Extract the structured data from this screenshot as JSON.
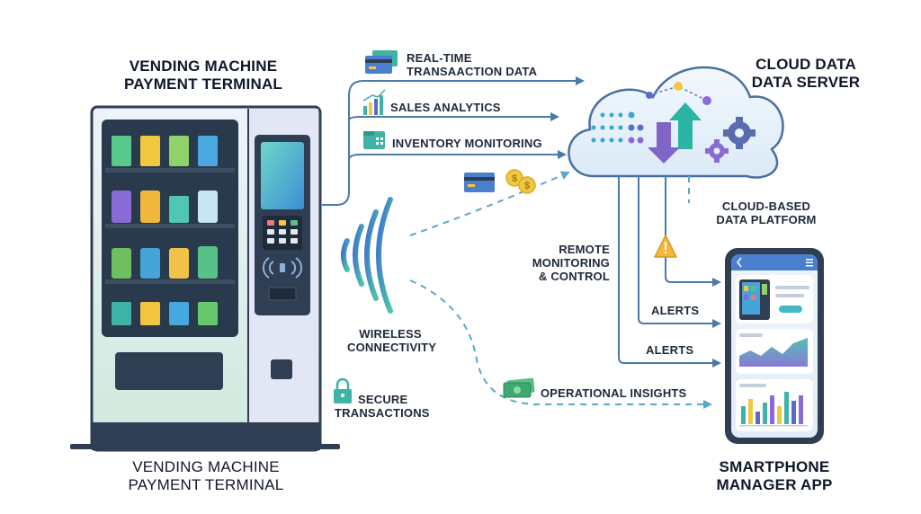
{
  "machine": {
    "title_top": [
      "VENDING MACHINE",
      "PAYMENT TERMINAL"
    ],
    "title_bottom": [
      "VENDING MACHINE",
      "PAYMENT TERMINAL"
    ]
  },
  "cloud": {
    "title": [
      "CLOUD DATA",
      "DATA SERVER"
    ],
    "platform_label": [
      "CLOUD-BASED",
      "DATA PLATFORM"
    ]
  },
  "phone": {
    "title": [
      "SMARTPHONE",
      "MANAGER APP"
    ]
  },
  "flows": {
    "realtime": [
      "REAL-TIME",
      "TRANSAACTION DATA"
    ],
    "sales": "SALES ANALYTICS",
    "inventory": "INVENTORY MONITORING",
    "wireless": [
      "WIRELESS",
      "CONNECTIVITY"
    ],
    "secure": [
      "SECURE",
      "TRANSACTIONS"
    ],
    "insights": "OPERATIONAL INSIGHTS",
    "remote": [
      "REMOTE",
      "MONITORING",
      "& CONTROL"
    ],
    "alerts_1": "ALERTS",
    "alerts_2": "ALERTS"
  },
  "colors": {
    "arrow": "#4a7aa8",
    "cloud_fill": "#eaf3fb",
    "machine_glass": "#2a3a4d",
    "machine_panel": "#dde3f2",
    "accent_teal": "#2bb3a3",
    "accent_purple": "#8064c8"
  },
  "icons": {
    "realtime": "credit-card-stack-icon",
    "sales": "bar-chart-icon",
    "inventory": "inventory-grid-icon",
    "payment": "card-and-coins-icon",
    "secure": "padlock-icon",
    "insights": "banknote-icon",
    "alert": "warning-bell-icon",
    "gear": "gear-icon",
    "wireless": "wireless-waves-icon"
  }
}
